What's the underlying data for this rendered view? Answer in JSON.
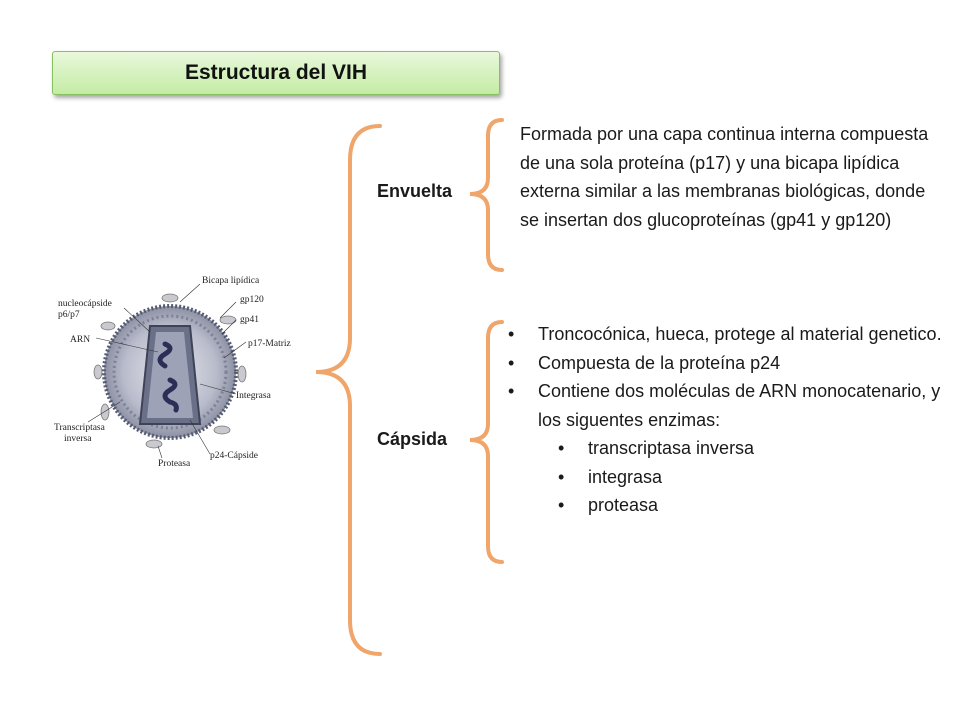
{
  "title": "Estructura del VIH",
  "diagram": {
    "labels": {
      "bicapa": "Bicapa lipídica",
      "gp120": "gp120",
      "gp41": "gp41",
      "matriz": "p17-Matriz",
      "integrasa": "Integrasa",
      "capside": "p24-Cápside",
      "proteasa": "Proteasa",
      "transcriptasa_1": "Transcriptasa",
      "transcriptasa_2": "inversa",
      "arn": "ARN",
      "nucleo_1": "nucleocápside",
      "nucleo_2": "p6/p7"
    }
  },
  "envuelta": {
    "label": "Envuelta",
    "description": "Formada por una capa continua interna compuesta de una sola proteína (p17) y una bicapa lipídica externa similar a las membranas biológicas, donde se insertan dos glucoproteínas (gp41 y gp120)"
  },
  "capsida": {
    "label": "Cápsida",
    "items": [
      "Troncocónica, hueca, protege al material genetico.",
      "Compuesta de la proteína p24",
      "Contiene dos moléculas de ARN monocatenario, y los siguentes enzimas:"
    ],
    "enzymes": [
      "transcriptasa inversa",
      "integrasa",
      "proteasa"
    ]
  },
  "colors": {
    "brace": "#f0a56a",
    "title_fill": "#c4eca4",
    "title_border": "#86c060"
  }
}
